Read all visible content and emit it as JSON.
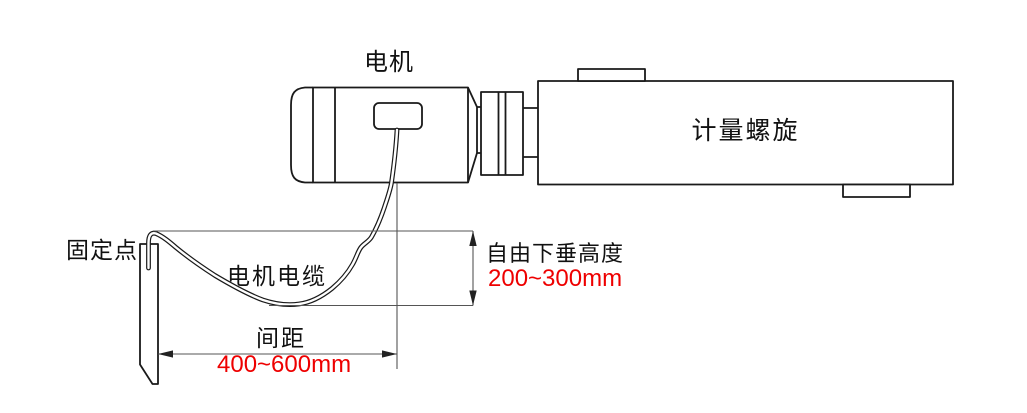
{
  "diagram": {
    "labels": {
      "motor": "电机",
      "metering_screw": "计量螺旋",
      "fixed_point": "固定点",
      "motor_cable": "电机电缆",
      "sag_height_label": "自由下垂高度",
      "sag_height_value": "200~300mm",
      "spacing_label": "间距",
      "spacing_value": "400~600mm"
    },
    "colors": {
      "outline": "#1a1a1a",
      "dimension_line": "#555555",
      "label_text": "#111111",
      "value_text": "#ee0000",
      "background": "#ffffff"
    }
  }
}
